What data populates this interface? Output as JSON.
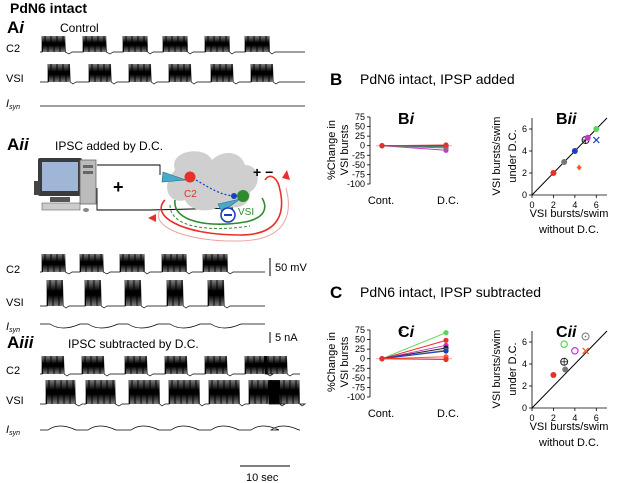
{
  "figure": {
    "main_title": "PdN6 intact",
    "panel_Ai": "A",
    "panel_Ai_sub": "i",
    "panel_Ai_title": "Control",
    "panel_Aii": "A",
    "panel_Aii_sub": "ii",
    "panel_Aii_title": "IPSC added by D.C.",
    "panel_Aiii": "A",
    "panel_Aiii_sub": "iii",
    "panel_Aiii_title": "IPSC subtracted by D.C.",
    "panel_B": "B",
    "panel_B_title": "PdN6 intact, IPSP added",
    "panel_C": "C",
    "panel_C_title": "PdN6 intact, IPSP subtracted",
    "panel_Bi": "B",
    "panel_Bi_sub": "i",
    "panel_Bii": "B",
    "panel_Bii_sub": "ii",
    "panel_Ci": "C",
    "panel_Ci_sub": "i",
    "panel_Cii": "C",
    "panel_Cii_sub": "ii"
  },
  "traces": {
    "c2": "C2",
    "vsi": "VSI",
    "isyn_main": "I",
    "isyn_sub": "syn"
  },
  "scale_bars": {
    "voltage": "50 mV",
    "current": "5 nA",
    "time": "10 sec"
  },
  "schematic": {
    "c2": "C2",
    "vsi": "VSI",
    "plus": "+",
    "plus_minus": "+ −",
    "minus": "−"
  },
  "colors": {
    "c2_cell": "#e8302a",
    "vsi_cell": "#2e8b2e",
    "electrode": "#4aa8c8",
    "inhibitory": "#1a3fbf",
    "soma_body": "#cfcfcf"
  },
  "chart_data": [
    {
      "id": "Bi",
      "type": "line",
      "categories": [
        "Cont.",
        "D.C."
      ],
      "ylabel": "%Change in VSI bursts",
      "ylim": [
        -100,
        75
      ],
      "yticks": [
        75,
        50,
        25,
        0,
        -25,
        -50,
        -75,
        -100
      ],
      "series": [
        {
          "color": "#e8302a",
          "values": [
            0,
            0
          ]
        },
        {
          "color": "#3d9b3d",
          "values": [
            0,
            -3
          ]
        },
        {
          "color": "#1a3fbf",
          "values": [
            0,
            0
          ]
        },
        {
          "color": "#cc33cc",
          "values": [
            0,
            -12
          ]
        },
        {
          "color": "#777777",
          "values": [
            0,
            -6
          ]
        },
        {
          "color": "#e8302a",
          "values": [
            0,
            2
          ]
        }
      ]
    },
    {
      "id": "Bii",
      "type": "scatter",
      "xlabel": "VSI bursts/swim without D.C.",
      "ylabel": "VSI bursts/swim under D.C.",
      "xlim": [
        0,
        7
      ],
      "ylim": [
        0,
        7
      ],
      "xticks": [
        0,
        2,
        4,
        6
      ],
      "yticks": [
        0,
        2,
        4,
        6
      ],
      "identity_line": true,
      "points": [
        {
          "x": 2,
          "y": 2,
          "color": "#e8302a",
          "marker": "filled-circle"
        },
        {
          "x": 3,
          "y": 3,
          "color": "#777777",
          "marker": "filled-circle"
        },
        {
          "x": 4,
          "y": 4,
          "color": "#1a3fbf",
          "marker": "filled-circle"
        },
        {
          "x": 4.4,
          "y": 2.5,
          "color": "#ff5a1f",
          "marker": "diamond"
        },
        {
          "x": 5,
          "y": 5,
          "color": "#222222",
          "marker": "crossed-circle"
        },
        {
          "x": 5.2,
          "y": 5.2,
          "color": "#cc33cc",
          "marker": "filled-circle"
        },
        {
          "x": 6,
          "y": 6,
          "color": "#59d659",
          "marker": "filled-circle"
        },
        {
          "x": 6,
          "y": 5,
          "color": "#1a3fbf",
          "marker": "x"
        }
      ]
    },
    {
      "id": "Ci",
      "type": "line",
      "categories": [
        "Cont.",
        "D.C."
      ],
      "ylabel": "%Change in VSI bursts",
      "ylim": [
        -100,
        75
      ],
      "yticks": [
        75,
        50,
        25,
        0,
        -25,
        -50,
        -75,
        -100
      ],
      "annotation": "*",
      "series": [
        {
          "color": "#59d659",
          "values": [
            0,
            68
          ]
        },
        {
          "color": "#e8302a",
          "values": [
            0,
            48
          ]
        },
        {
          "color": "#cc33cc",
          "values": [
            0,
            35
          ]
        },
        {
          "color": "#222222",
          "values": [
            0,
            28
          ]
        },
        {
          "color": "#777777",
          "values": [
            0,
            22
          ]
        },
        {
          "color": "#1a3fbf",
          "values": [
            0,
            20
          ]
        },
        {
          "color": "#ff5a1f",
          "values": [
            0,
            5
          ]
        },
        {
          "color": "#e8302a",
          "values": [
            0,
            -2
          ]
        }
      ]
    },
    {
      "id": "Cii",
      "type": "scatter",
      "xlabel": "VSI bursts/swim without D.C.",
      "ylabel": "VSI bursts/swim under D.C.",
      "xlim": [
        0,
        7
      ],
      "ylim": [
        0,
        7
      ],
      "xticks": [
        0,
        2,
        4,
        6
      ],
      "yticks": [
        0,
        2,
        4,
        6
      ],
      "identity_line": true,
      "points": [
        {
          "x": 2,
          "y": 3,
          "color": "#e8302a",
          "marker": "filled-circle"
        },
        {
          "x": 3,
          "y": 4.2,
          "color": "#222222",
          "marker": "crossed-circle"
        },
        {
          "x": 3.1,
          "y": 3.5,
          "color": "#777777",
          "marker": "filled-circle"
        },
        {
          "x": 3,
          "y": 5.8,
          "color": "#59d659",
          "marker": "open-circle"
        },
        {
          "x": 4,
          "y": 5.2,
          "color": "#cc33cc",
          "marker": "open-circle"
        },
        {
          "x": 5,
          "y": 5.2,
          "color": "#ff5a1f",
          "marker": "x"
        },
        {
          "x": 5,
          "y": 6.5,
          "color": "#777777",
          "marker": "dotted-circle"
        }
      ]
    }
  ]
}
